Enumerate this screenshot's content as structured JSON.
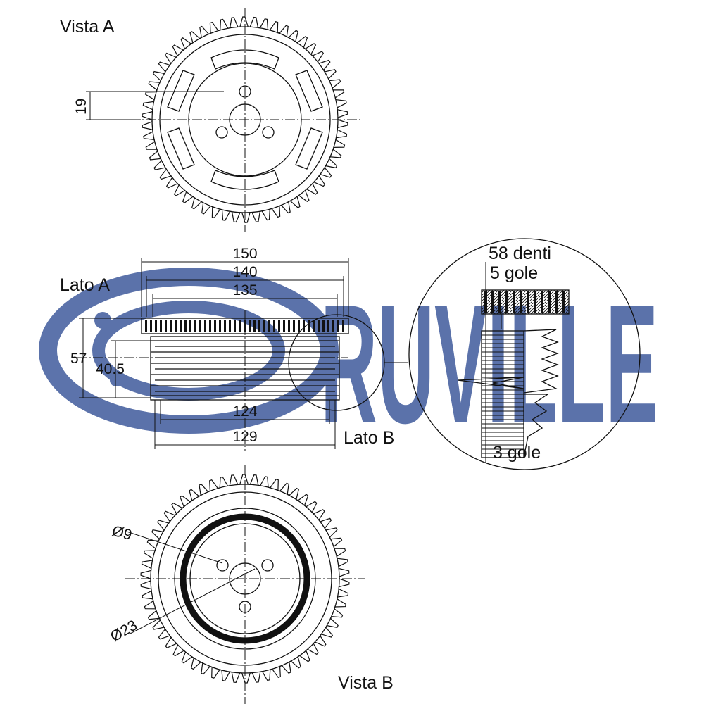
{
  "watermark": {
    "brand": "RUVILLE",
    "color": "#3f5a9c"
  },
  "views": {
    "view_a": {
      "label": "Vista A",
      "dim_19": "19"
    },
    "side": {
      "lato_a": "Lato A",
      "lato_b": "Lato B",
      "dim_150": "150",
      "dim_140": "140",
      "dim_135": "135",
      "dim_124": "124",
      "dim_129": "129",
      "dim_57": "57",
      "dim_40_5": "40.5"
    },
    "detail": {
      "teeth": "58 denti",
      "grooves_top": "5 gole",
      "grooves_bottom": "3 gole"
    },
    "view_b": {
      "label": "Vista B",
      "dim_hole": "Ø9",
      "dim_bore": "Ø23"
    }
  }
}
